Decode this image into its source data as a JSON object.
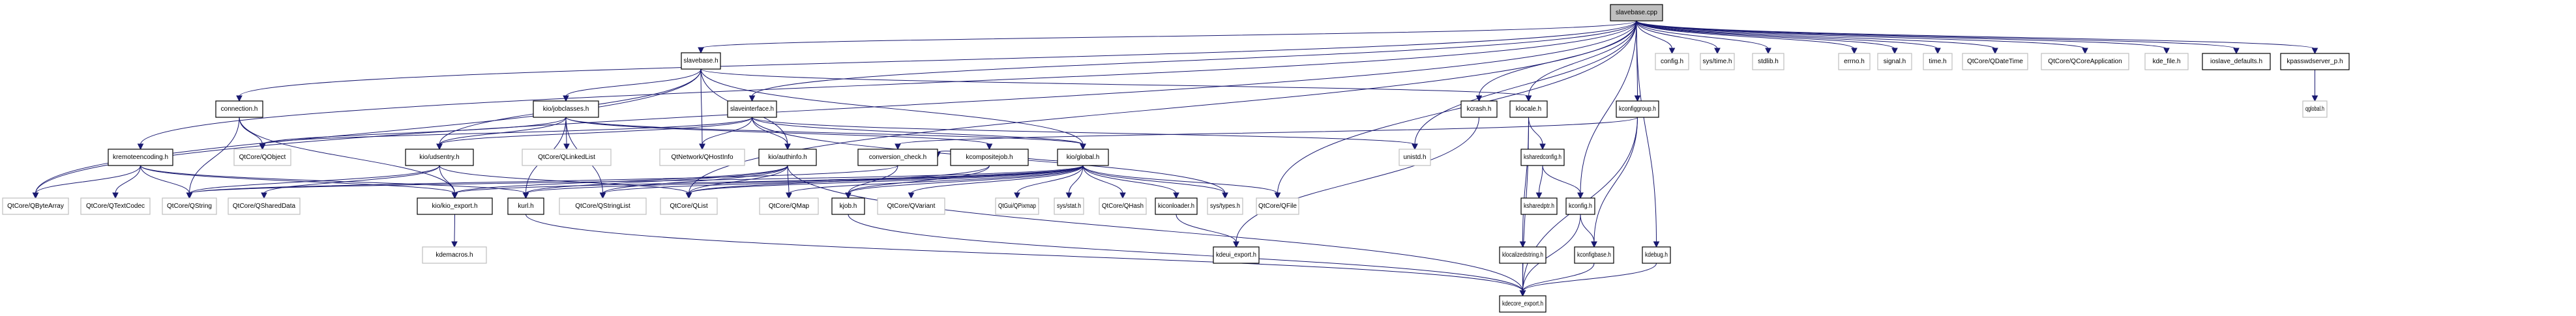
{
  "diagram": {
    "type": "include-dependency-graph",
    "root": "slavebase.cpp",
    "colors": {
      "edge": "#191970",
      "documented_border": "#000000",
      "external_border": "#bfbfbf",
      "root_fill": "#bfbfbf",
      "node_fill": "#ffffff"
    },
    "nodes": [
      {
        "id": "slavebase_cpp",
        "label": "slavebase.cpp",
        "kind": "root"
      },
      {
        "id": "slavebase_h",
        "label": "slavebase.h",
        "kind": "doc"
      },
      {
        "id": "connection_h",
        "label": "connection.h",
        "kind": "doc"
      },
      {
        "id": "kremoteencoding_h",
        "label": "kremoteencoding.h",
        "kind": "doc"
      },
      {
        "id": "kio_jobclasses_h",
        "label": "kio/jobclasses.h",
        "kind": "doc"
      },
      {
        "id": "slaveinterface_h",
        "label": "slaveinterface.h",
        "kind": "doc"
      },
      {
        "id": "kio_udsentry_h",
        "label": "kio/udsentry.h",
        "kind": "doc"
      },
      {
        "id": "kio_authinfo_h",
        "label": "kio/authinfo.h",
        "kind": "doc"
      },
      {
        "id": "conversion_check_h",
        "label": "conversion_check.h",
        "kind": "doc"
      },
      {
        "id": "kcompositejob_h",
        "label": "kcompositejob.h",
        "kind": "doc"
      },
      {
        "id": "kio_global_h",
        "label": "kio/global.h",
        "kind": "doc"
      },
      {
        "id": "kio_kio_export_h",
        "label": "kio/kio_export.h",
        "kind": "doc"
      },
      {
        "id": "kurl_h",
        "label": "kurl.h",
        "kind": "doc"
      },
      {
        "id": "kjob_h",
        "label": "kjob.h",
        "kind": "doc"
      },
      {
        "id": "kiconloader_h",
        "label": "kiconloader.h",
        "kind": "doc"
      },
      {
        "id": "kdeui_export_h",
        "label": "kdeui_export.h",
        "kind": "doc"
      },
      {
        "id": "kcrash_h",
        "label": "kcrash.h",
        "kind": "doc"
      },
      {
        "id": "klocale_h",
        "label": "klocale.h",
        "kind": "doc"
      },
      {
        "id": "kconfiggroup_h",
        "label": "kconfiggroup.h",
        "kind": "doc"
      },
      {
        "id": "ksharedconfig_h",
        "label": "ksharedconfig.h",
        "kind": "doc"
      },
      {
        "id": "ksharedptr_h",
        "label": "ksharedptr.h",
        "kind": "doc"
      },
      {
        "id": "kconfig_h",
        "label": "kconfig.h",
        "kind": "doc"
      },
      {
        "id": "klocalizedstring_h",
        "label": "klocalizedstring.h",
        "kind": "doc"
      },
      {
        "id": "kconfigbase_h",
        "label": "kconfigbase.h",
        "kind": "doc"
      },
      {
        "id": "kdebug_h",
        "label": "kdebug.h",
        "kind": "doc"
      },
      {
        "id": "kdecore_export_h",
        "label": "kdecore_export.h",
        "kind": "doc"
      },
      {
        "id": "ioslave_defaults_h",
        "label": "ioslave_defaults.h",
        "kind": "doc"
      },
      {
        "id": "kpasswdserver_p_h",
        "label": "kpasswdserver_p.h",
        "kind": "doc"
      },
      {
        "id": "QByteArray",
        "label": "QtCore/QByteArray",
        "kind": "ext"
      },
      {
        "id": "QTextCodec",
        "label": "QtCore/QTextCodec",
        "kind": "ext"
      },
      {
        "id": "QString",
        "label": "QtCore/QString",
        "kind": "ext"
      },
      {
        "id": "QSharedData",
        "label": "QtCore/QSharedData",
        "kind": "ext"
      },
      {
        "id": "QObject",
        "label": "QtCore/QObject",
        "kind": "ext"
      },
      {
        "id": "QLinkedList",
        "label": "QtCore/QLinkedList",
        "kind": "ext"
      },
      {
        "id": "QStringList",
        "label": "QtCore/QStringList",
        "kind": "ext"
      },
      {
        "id": "QHostInfo",
        "label": "QtNetwork/QHostInfo",
        "kind": "ext"
      },
      {
        "id": "QList",
        "label": "QtCore/QList",
        "kind": "ext"
      },
      {
        "id": "QMap",
        "label": "QtCore/QMap",
        "kind": "ext"
      },
      {
        "id": "QVariant",
        "label": "QtCore/QVariant",
        "kind": "ext"
      },
      {
        "id": "QPixmap",
        "label": "QtGui/QPixmap",
        "kind": "ext"
      },
      {
        "id": "sys_stat_h",
        "label": "sys/stat.h",
        "kind": "ext"
      },
      {
        "id": "QHash",
        "label": "QtCore/QHash",
        "kind": "ext"
      },
      {
        "id": "sys_types_h",
        "label": "sys/types.h",
        "kind": "ext"
      },
      {
        "id": "QFile",
        "label": "QtCore/QFile",
        "kind": "ext"
      },
      {
        "id": "kdemacros_h",
        "label": "kdemacros.h",
        "kind": "ext"
      },
      {
        "id": "unistd_h",
        "label": "unistd.h",
        "kind": "ext"
      },
      {
        "id": "config_h",
        "label": "config.h",
        "kind": "ext"
      },
      {
        "id": "sys_time_h",
        "label": "sys/time.h",
        "kind": "ext"
      },
      {
        "id": "stdlib_h",
        "label": "stdlib.h",
        "kind": "ext"
      },
      {
        "id": "errno_h",
        "label": "errno.h",
        "kind": "ext"
      },
      {
        "id": "signal_h",
        "label": "signal.h",
        "kind": "ext"
      },
      {
        "id": "time_h",
        "label": "time.h",
        "kind": "ext"
      },
      {
        "id": "QDateTime",
        "label": "QtCore/QDateTime",
        "kind": "ext"
      },
      {
        "id": "QCoreApplication",
        "label": "QtCore/QCoreApplication",
        "kind": "ext"
      },
      {
        "id": "kde_file_h",
        "label": "kde_file.h",
        "kind": "ext"
      },
      {
        "id": "qglobal_h",
        "label": "qglobal.h",
        "kind": "ext"
      }
    ],
    "edges": [
      [
        "slavebase_cpp",
        "slavebase_h"
      ],
      [
        "slavebase_cpp",
        "kremoteencoding_h"
      ],
      [
        "slavebase_cpp",
        "QByteArray"
      ],
      [
        "slavebase_cpp",
        "connection_h"
      ],
      [
        "slavebase_cpp",
        "slaveinterface_h"
      ],
      [
        "slavebase_cpp",
        "QList"
      ],
      [
        "slavebase_cpp",
        "unistd_h"
      ],
      [
        "slavebase_cpp",
        "kcrash_h"
      ],
      [
        "slavebase_cpp",
        "klocale_h"
      ],
      [
        "slavebase_cpp",
        "QFile"
      ],
      [
        "slavebase_cpp",
        "kconfiggroup_h"
      ],
      [
        "slavebase_cpp",
        "kconfig_h"
      ],
      [
        "slavebase_cpp",
        "kdebug_h"
      ],
      [
        "slavebase_cpp",
        "config_h"
      ],
      [
        "slavebase_cpp",
        "sys_time_h"
      ],
      [
        "slavebase_cpp",
        "stdlib_h"
      ],
      [
        "slavebase_cpp",
        "errno_h"
      ],
      [
        "slavebase_cpp",
        "signal_h"
      ],
      [
        "slavebase_cpp",
        "time_h"
      ],
      [
        "slavebase_cpp",
        "QDateTime"
      ],
      [
        "slavebase_cpp",
        "QCoreApplication"
      ],
      [
        "slavebase_cpp",
        "kde_file_h"
      ],
      [
        "slavebase_cpp",
        "ioslave_defaults_h"
      ],
      [
        "slavebase_cpp",
        "kpasswdserver_p_h"
      ],
      [
        "slavebase_h",
        "kio_jobclasses_h"
      ],
      [
        "slavebase_h",
        "kio_udsentry_h"
      ],
      [
        "slavebase_h",
        "kio_authinfo_h"
      ],
      [
        "slavebase_h",
        "QHostInfo"
      ],
      [
        "slavebase_h",
        "kio_global_h"
      ],
      [
        "slavebase_h",
        "QByteArray"
      ],
      [
        "slavebase_h",
        "klocale_h"
      ],
      [
        "connection_h",
        "QObject"
      ],
      [
        "connection_h",
        "QString"
      ],
      [
        "connection_h",
        "kio_kio_export_h"
      ],
      [
        "kremoteencoding_h",
        "QByteArray"
      ],
      [
        "kremoteencoding_h",
        "QTextCodec"
      ],
      [
        "kremoteencoding_h",
        "QString"
      ],
      [
        "kremoteencoding_h",
        "kio_kio_export_h"
      ],
      [
        "kremoteencoding_h",
        "kurl_h"
      ],
      [
        "kio_jobclasses_h",
        "QObject"
      ],
      [
        "kio_jobclasses_h",
        "kio_udsentry_h"
      ],
      [
        "kio_jobclasses_h",
        "QLinkedList"
      ],
      [
        "kio_jobclasses_h",
        "QStringList"
      ],
      [
        "kio_jobclasses_h",
        "kurl_h"
      ],
      [
        "kio_jobclasses_h",
        "kcompositejob_h"
      ],
      [
        "kio_jobclasses_h",
        "kio_global_h"
      ],
      [
        "slaveinterface_h",
        "QObject"
      ],
      [
        "slaveinterface_h",
        "kio_udsentry_h"
      ],
      [
        "slaveinterface_h",
        "kio_authinfo_h"
      ],
      [
        "slaveinterface_h",
        "QHostInfo"
      ],
      [
        "slaveinterface_h",
        "kio_global_h"
      ],
      [
        "slaveinterface_h",
        "unistd_h"
      ],
      [
        "slaveinterface_h",
        "sys_types_h"
      ],
      [
        "kio_udsentry_h",
        "QString"
      ],
      [
        "kio_udsentry_h",
        "QSharedData"
      ],
      [
        "kio_udsentry_h",
        "kio_kio_export_h"
      ],
      [
        "kio_udsentry_h",
        "QList"
      ],
      [
        "kio_authinfo_h",
        "QMap"
      ],
      [
        "kio_authinfo_h",
        "QList"
      ],
      [
        "kio_authinfo_h",
        "kurl_h"
      ],
      [
        "kio_authinfo_h",
        "QStringList"
      ],
      [
        "kio_authinfo_h",
        "kio_kio_export_h"
      ],
      [
        "kio_authinfo_h",
        "kdecore_export_h"
      ],
      [
        "conversion_check_h",
        "QString"
      ],
      [
        "conversion_check_h",
        "kjob_h"
      ],
      [
        "kcompositejob_h",
        "kjob_h"
      ],
      [
        "kcompositejob_h",
        "QList"
      ],
      [
        "kio_global_h",
        "kio_kio_export_h"
      ],
      [
        "kio_global_h",
        "QString"
      ],
      [
        "kio_global_h",
        "kurl_h"
      ],
      [
        "kio_global_h",
        "QMap"
      ],
      [
        "kio_global_h",
        "QList"
      ],
      [
        "kio_global_h",
        "QVariant"
      ],
      [
        "kio_global_h",
        "QPixmap"
      ],
      [
        "kio_global_h",
        "sys_stat_h"
      ],
      [
        "kio_global_h",
        "QHash"
      ],
      [
        "kio_global_h",
        "kiconloader_h"
      ],
      [
        "kio_global_h",
        "sys_types_h"
      ],
      [
        "kio_global_h",
        "QFile"
      ],
      [
        "kio_global_h",
        "kjob_h"
      ],
      [
        "kio_global_h",
        "QStringList"
      ],
      [
        "kio_global_h",
        "conversion_check_h"
      ],
      [
        "kio_kio_export_h",
        "kdemacros_h"
      ],
      [
        "kurl_h",
        "kdecore_export_h"
      ],
      [
        "kjob_h",
        "kdecore_export_h"
      ],
      [
        "kiconloader_h",
        "kdeui_export_h"
      ],
      [
        "kcrash_h",
        "kdeui_export_h"
      ],
      [
        "klocale_h",
        "ksharedconfig_h"
      ],
      [
        "klocale_h",
        "klocalizedstring_h"
      ],
      [
        "klocale_h",
        "kdecore_export_h"
      ],
      [
        "kconfiggroup_h",
        "kconfigbase_h"
      ],
      [
        "kconfiggroup_h",
        "kdecore_export_h"
      ],
      [
        "kconfiggroup_h",
        "conversion_check_h"
      ],
      [
        "ksharedconfig_h",
        "ksharedptr_h"
      ],
      [
        "ksharedconfig_h",
        "kconfig_h"
      ],
      [
        "kconfig_h",
        "kconfigbase_h"
      ],
      [
        "kconfig_h",
        "kdecore_export_h"
      ],
      [
        "klocalizedstring_h",
        "kdecore_export_h"
      ],
      [
        "kconfigbase_h",
        "kdecore_export_h"
      ],
      [
        "kdebug_h",
        "kdecore_export_h"
      ],
      [
        "kpasswdserver_p_h",
        "qglobal_h"
      ]
    ]
  }
}
